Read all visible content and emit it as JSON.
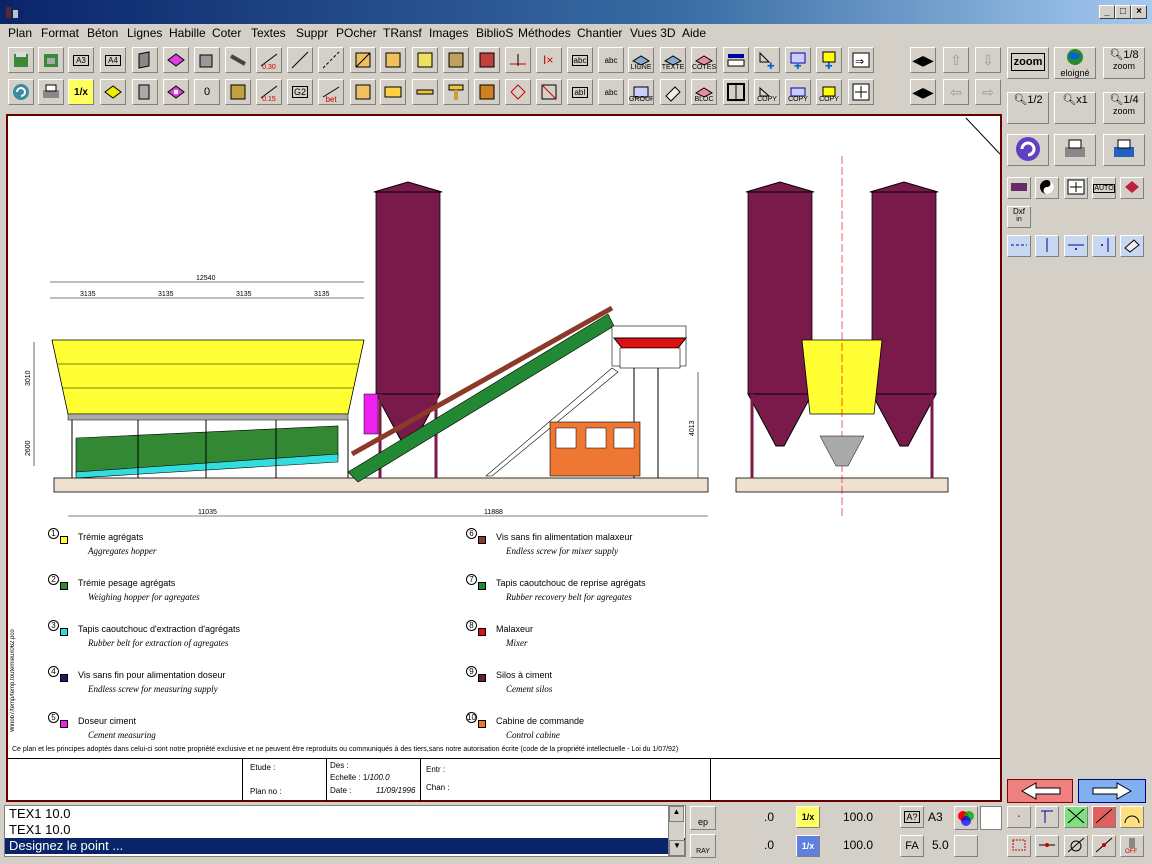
{
  "menu": [
    "Plan",
    "Format",
    "Béton",
    "Lignes",
    "Habille",
    "Coter",
    "Textes",
    "Suppr",
    "POcher",
    "TRansf",
    "Images",
    "BiblioS",
    "Méthodes",
    "Chantier",
    "Vues 3D",
    "Aide"
  ],
  "toolbar": {
    "r1": {
      "a3": "A3",
      "a4": "A4",
      "d030": "0.30",
      "ligne": "LIGNE",
      "texte": "TEXTE",
      "cotes": "COTES",
      "abc": "abc",
      "abc2": "abc"
    },
    "r2": {
      "onex": "1/x",
      "zero": "0",
      "d015": "0.15",
      "g2": "G2",
      "bet": "bet",
      "abi": "abI",
      "group": "GROUP",
      "bloc": "BLOC",
      "copy1": "COPY",
      "copy2": "COPY",
      "copy3": "COPY"
    }
  },
  "right": {
    "zoom": "zoom",
    "eloigne": "eloigné",
    "z18": "1/8",
    "z18b": "zoom",
    "z12": "1/2",
    "x1": "x1",
    "z14": "1/4",
    "z14b": "zoom",
    "auto": "AUTO",
    "dxf": "Dxf",
    "dxfin": "in"
  },
  "drawing": {
    "dims": {
      "total": "12540",
      "seg": "3135",
      "h1": "3010",
      "h2": "2600",
      "b1": "11035",
      "b2": "11888",
      "v1": "4013"
    },
    "legend": [
      {
        "num": "1",
        "fr": "Trémie agrégats",
        "en": "Aggregates hopper",
        "color": "#ffff33"
      },
      {
        "num": "2",
        "fr": "Trémie pesage agrégats",
        "en": "Weighing hopper for agregates",
        "color": "#338833"
      },
      {
        "num": "3",
        "fr": "Tapis caoutchouc d'extraction d'agrégats",
        "en": "Rubber belt for extraction of agregates",
        "color": "#33dddd"
      },
      {
        "num": "4",
        "fr": "Vis sans fin pour alimentation doseur",
        "en": "Endless screw for measuring supply",
        "color": "#1a1a6a"
      },
      {
        "num": "5",
        "fr": "Doseur ciment",
        "en": "Cement measuring",
        "color": "#ee22ee"
      },
      {
        "num": "6",
        "fr": "Vis sans fin alimentation malaxeur",
        "en": "Endless screw for mixer supply",
        "color": "#8b3a2a"
      },
      {
        "num": "7",
        "fr": "Tapis caoutchouc de reprise agrégats",
        "en": "Rubber recovery belt for agregates",
        "color": "#228833"
      },
      {
        "num": "8",
        "fr": "Malaxeur",
        "en": "Mixer",
        "color": "#dd1111"
      },
      {
        "num": "9",
        "fr": "Silos à ciment",
        "en": "Cement silos",
        "color": "#6a1a3a"
      },
      {
        "num": "10",
        "fr": "Cabine de commande",
        "en": "Control cabine",
        "color": "#ee7733"
      }
    ],
    "note": "Ce plan et les principes adoptés dans celui-ci sont notre propriété exclusive et ne peuvent être reproduits ou communiqués à des tiers,sans notre autorisation écrite (code de la propriété intellectuelle - Loi du 1/07/92)",
    "sidelabel": "Winob7/temp/temp.toutemieux062.pco",
    "cartouche": {
      "etude": "Etude :",
      "planno": "Plan no :",
      "des": "Des :",
      "echelle_l": "Echelle : 1/",
      "echelle_v": "100.0",
      "date_l": "Date :",
      "date_v": "11/09/1996",
      "entr": "Entr :",
      "chan": "Chan :"
    }
  },
  "status": {
    "line1": "TEX1  10.0",
    "line2": "TEX1  10.0",
    "prompt": "Designez le point ...",
    "ep": "ep",
    "ray": "RAY",
    "v1": ".0",
    "v2": ".0",
    "onex": "1/x",
    "v3": "100.0",
    "v4": "100.0",
    "a3": "A3",
    "fa": "FA",
    "fav": "5.0",
    "q": "A?"
  }
}
